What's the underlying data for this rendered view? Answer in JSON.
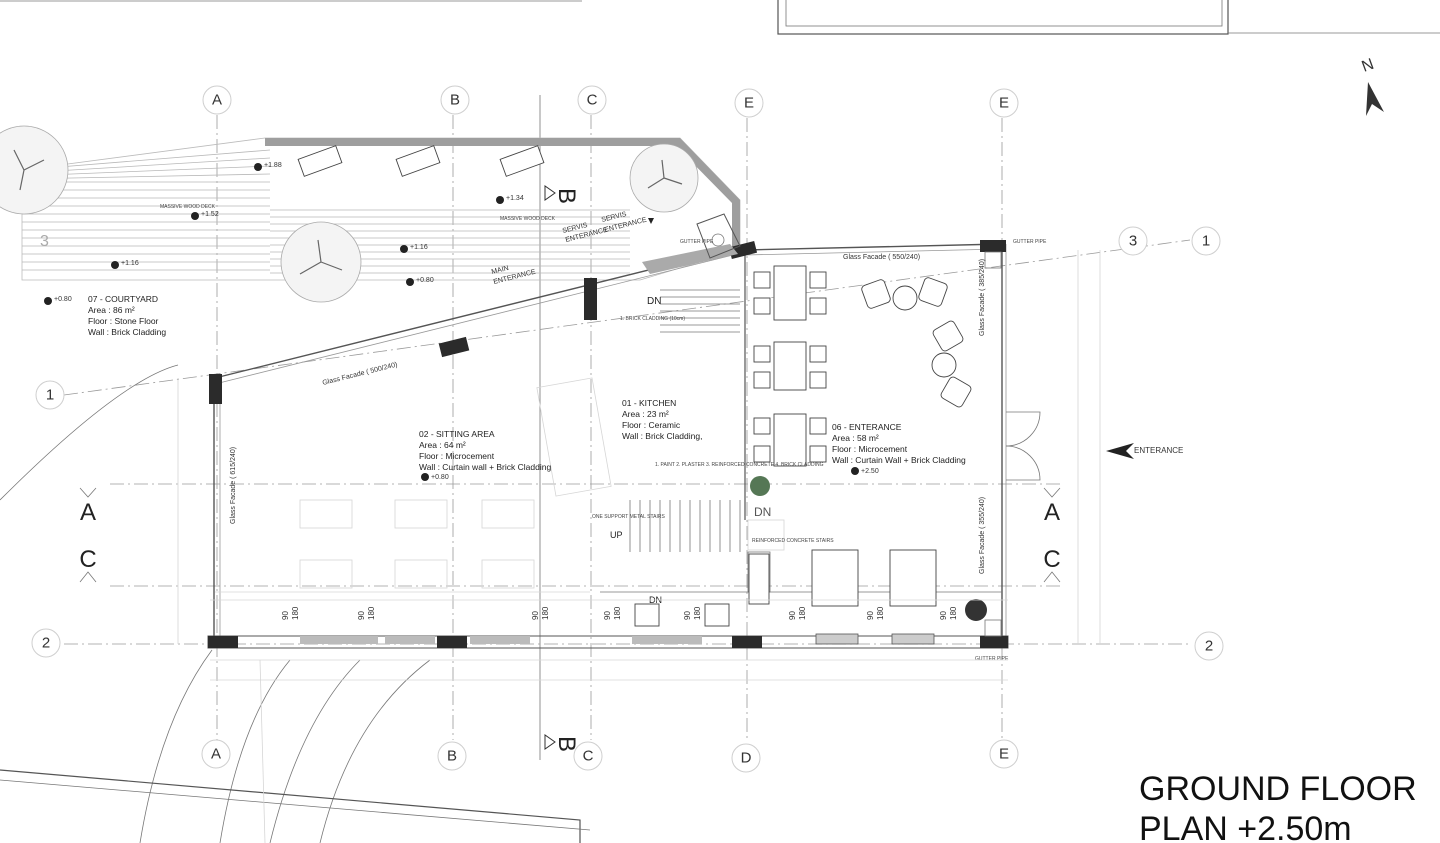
{
  "title": {
    "line1": "GROUND FLOOR",
    "line2": "PLAN +2.50m"
  },
  "north_label": "N",
  "grid_top": [
    "A",
    "B",
    "C",
    "E",
    "E"
  ],
  "grid_bottom": [
    "A",
    "B",
    "C",
    "D",
    "E"
  ],
  "grid_left": [
    "1",
    "2"
  ],
  "grid_right": [
    "3",
    "1",
    "2"
  ],
  "deck_number": "3",
  "rooms": {
    "courtyard": {
      "name": "07 - COURTYARD",
      "area": "Area  : 86 m²",
      "floor": "Floor  : Stone Floor",
      "wall": "Wall   : Brick Cladding",
      "level": "+0.80"
    },
    "sitting": {
      "name": "02 - SITTING AREA",
      "area": "Area  : 64 m²",
      "floor": "Floor  : Microcement",
      "wall": "Wall   : Curtain wall + Brick Cladding",
      "level": "+0.80"
    },
    "kitchen": {
      "name": "01 -  KITCHEN",
      "area": "Area  : 23 m²",
      "floor": "Floor  : Ceramic",
      "wall": "Wall   : Brick Cladding,",
      "level": ""
    },
    "entrance": {
      "name": "06 -  ENTERANCE",
      "area": "Area  : 58 m²",
      "floor": "Floor  : Microcement",
      "wall": "Wall   : Curtain Wall + Brick Cladding",
      "level": "+2.50"
    }
  },
  "levels": [
    "+1.88",
    "+1.52",
    "+1.34",
    "+1.16",
    "+1.16",
    "+0.80"
  ],
  "labels": {
    "main_entrance_1": "MAIN",
    "main_entrance_2": "ENTERANCE",
    "servis_1": "SERVIS",
    "servis_2": "ENTERANCE",
    "servis_b_1": "SERVIS",
    "servis_b_2": "ENTERANCE",
    "entrance_arrow": "ENTERANCE",
    "glass_facade_1": "Glass Facade  ( 500/240)",
    "glass_facade_2": "Glass Facade  ( 550/240)",
    "glass_facade_3": "Glass Facade  ( 385/240)",
    "glass_facade_4": "Glass Facade  ( 355/240)",
    "glass_facade_5": "Glass Facade  ( 615/240)",
    "massive_deck_1": "MASSIVE WOOD DECK",
    "massive_deck_2": "MASSIVE WOOD DECK",
    "gutter_1": "GUTTER PIPE",
    "gutter_2": "GUTTER PIPE",
    "gutter_3": "GUTTER PIPE",
    "dn_1": "DN",
    "dn_2": "DN",
    "dn_3": "DN",
    "up": "UP",
    "stairs_note": "REINFORCED CONCRETE STAIRS",
    "metal_stairs": "ONE SUPPORT METAL STAIRS",
    "brick_note": "1. BRICK CLADDING (10cm)",
    "plaster_note": "1. PAINT  2. PLASTER  3. REINFORCED CONCRETE  4. BRICK CLADDING"
  },
  "section_markers": {
    "a": "A",
    "c": "C",
    "b": "B"
  },
  "dims": [
    "90",
    "180",
    "90",
    "180",
    "90",
    "180",
    "90",
    "180",
    "90",
    "180",
    "90",
    "180",
    "90",
    "180",
    "90",
    "180"
  ]
}
